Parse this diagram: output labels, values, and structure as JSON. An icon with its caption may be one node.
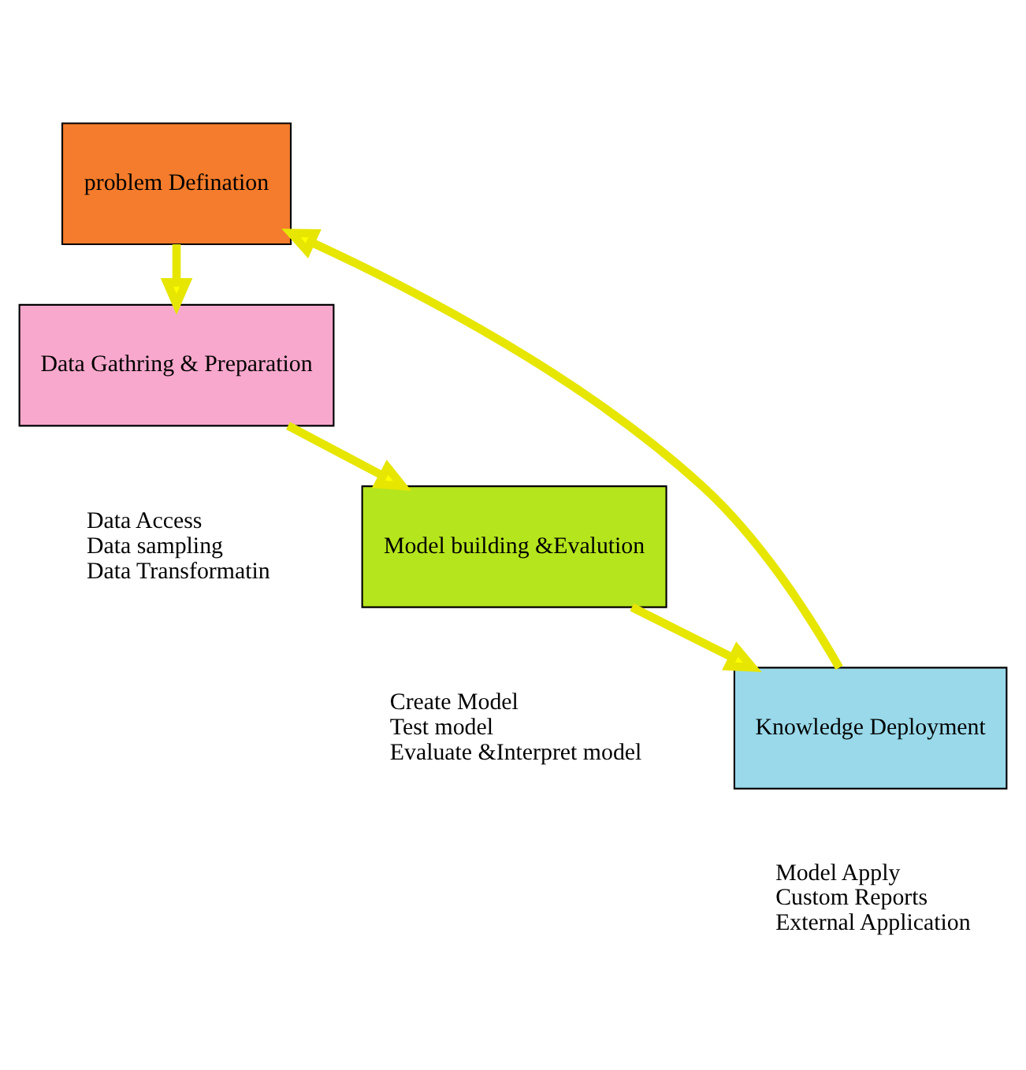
{
  "diagram": {
    "nodes": [
      {
        "text": [
          "problem Defination"
        ]
      },
      {
        "text": [
          "Data Gathring & Preparation"
        ],
        "beside": [
          "Data Access",
          "Data sampling",
          "Data Transformatin"
        ]
      },
      {
        "text": [
          "Model building &Evalution"
        ],
        "beside": [
          "Create Model",
          "Test model",
          "Evaluate &Interpret model"
        ]
      },
      {
        "text": [
          "Knowledge Deployment"
        ],
        "beside": [
          "Model Apply",
          "Custom Reports",
          "External Application"
        ]
      }
    ],
    "edges": [
      {
        "from": 0,
        "to": 1,
        "arrow": "to"
      },
      {
        "from": 1,
        "to": 2,
        "arrow": "to"
      },
      {
        "from": 2,
        "to": 3,
        "arrow": "to"
      },
      {
        "from": 3,
        "to": 0,
        "arrow": "to"
      }
    ]
  }
}
